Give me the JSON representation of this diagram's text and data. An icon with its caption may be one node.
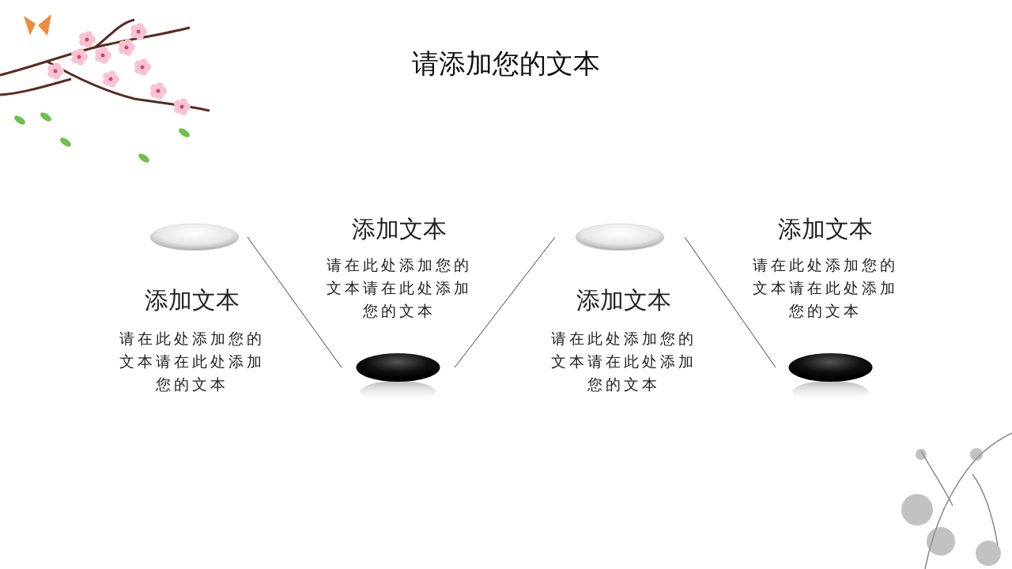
{
  "diagram": {
    "title": "请添加您的文本",
    "nodes": [
      {
        "text": [],
        "shape": "picture",
        "beside": [
          "添加文本",
          "请在此处添加您的文本请在此处添加您的文本"
        ]
      },
      {
        "text": [],
        "shape": "picture",
        "beside": [
          "添加文本",
          "请在此处添加您的文本请在此处添加您的文本"
        ]
      },
      {
        "text": [],
        "shape": "picture",
        "beside": [
          "添加文本",
          "请在此处添加您的文本请在此处添加您的文本"
        ]
      },
      {
        "text": [],
        "shape": "picture",
        "beside": [
          "添加文本",
          "请在此处添加您的文本请在此处添加您的文本"
        ]
      }
    ],
    "edges": [
      {
        "from": 0,
        "to": 1,
        "arrow": "none"
      },
      {
        "from": 1,
        "to": 2,
        "arrow": "none"
      },
      {
        "from": 2,
        "to": 3,
        "arrow": "none"
      }
    ]
  }
}
